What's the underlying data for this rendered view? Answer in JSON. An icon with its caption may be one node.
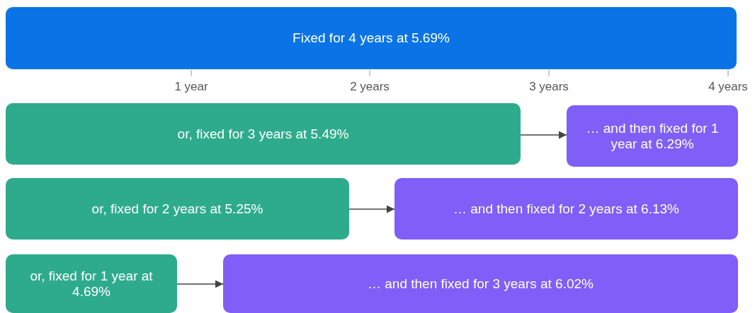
{
  "diagram": {
    "nodes": [
      {
        "text": [
          "Fixed for 4 years at 5.69%"
        ]
      },
      {
        "text": [
          "or, fixed for 3 years at 5.49%"
        ]
      },
      {
        "text": [
          "… and then fixed for 1 year at 6.29%"
        ]
      },
      {
        "text": [
          "or, fixed for 2 years at 5.25%"
        ]
      },
      {
        "text": [
          "… and then fixed for 2 years at 6.13%"
        ]
      },
      {
        "text": [
          "or, fixed for 1 year at 4.69%"
        ]
      },
      {
        "text": [
          "… and then fixed for 3 years at 6.02%"
        ]
      }
    ],
    "edges": [
      {
        "from": 1,
        "to": 2,
        "arrow": "to"
      },
      {
        "from": 3,
        "to": 4,
        "arrow": "to"
      },
      {
        "from": 5,
        "to": 6,
        "arrow": "to"
      }
    ],
    "labels": [
      "1 year",
      "2 years",
      "3 years",
      "4 years"
    ]
  }
}
